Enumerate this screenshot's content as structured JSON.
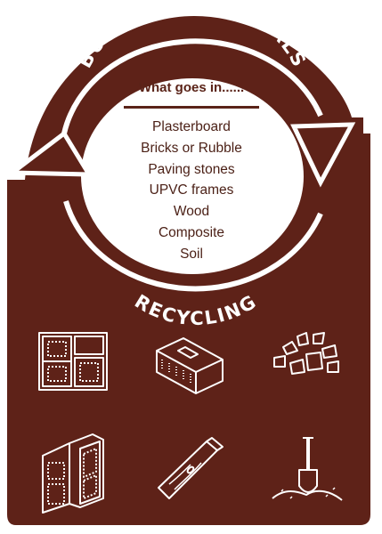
{
  "sign": {
    "title_arc": "BUILDING MATERIALS",
    "bottom_arc": "RECYCLING",
    "heading": "What goes in......",
    "items": [
      "Plasterboard",
      "Bricks or Rubble",
      "Paving stones",
      "UPVC frames",
      "Wood",
      "Composite",
      "Soil"
    ],
    "icons": [
      "window-frames-icon",
      "brick-icon",
      "rubble-icon",
      "doors-icon",
      "wood-plank-icon",
      "spade-soil-icon"
    ]
  },
  "colors": {
    "background": "#5e2218",
    "text_light": "#ffffff",
    "text_dark": "#4a1f15"
  }
}
